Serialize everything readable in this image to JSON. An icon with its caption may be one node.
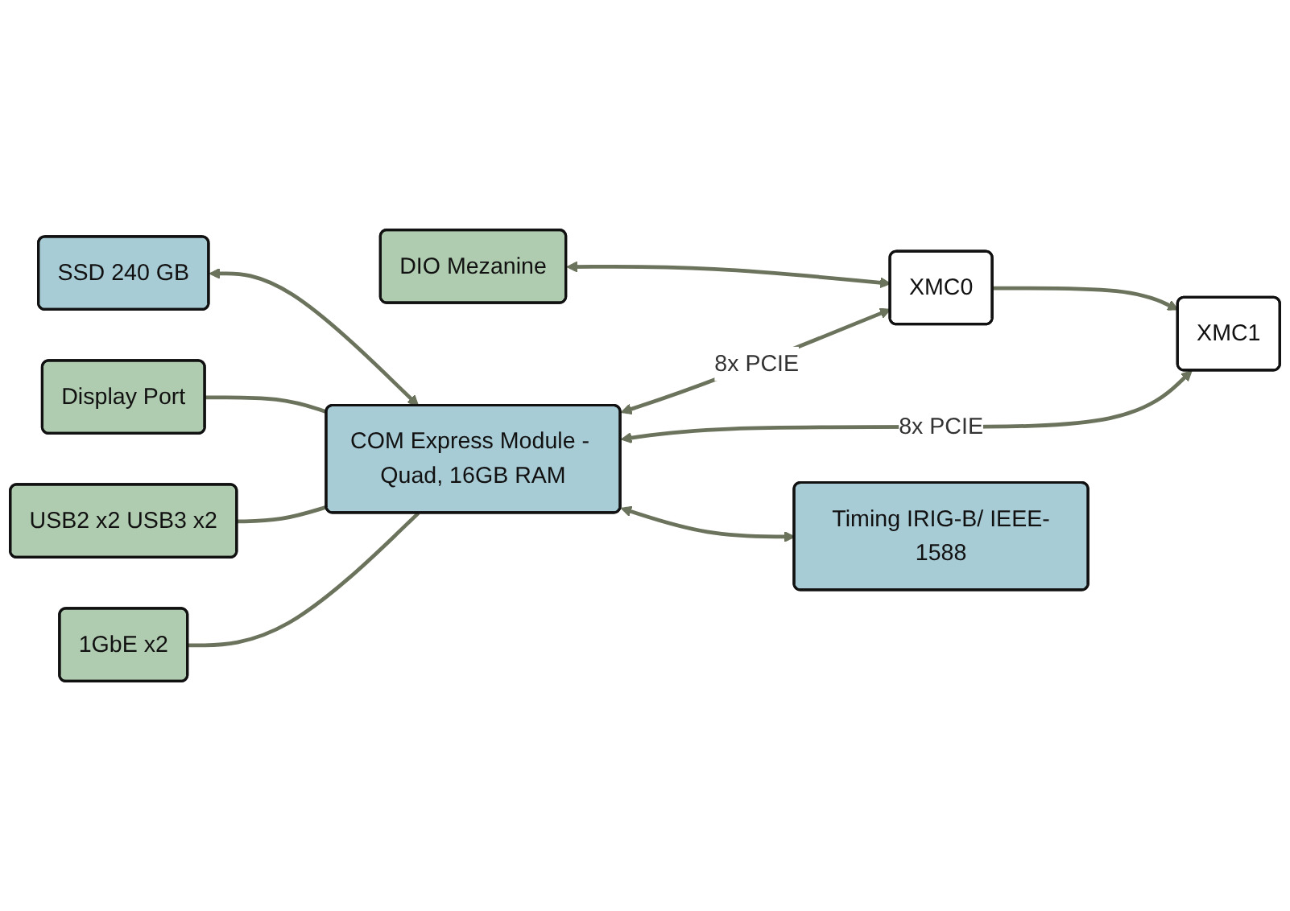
{
  "diagram": {
    "nodes": [
      {
        "text": [
          "DIO Mezanine"
        ]
      },
      {
        "text": [
          "SSD 240 GB"
        ]
      },
      {
        "text": [
          "Display Port"
        ]
      },
      {
        "text": [
          "COM Express Module - Quad, 16GB RAM"
        ]
      },
      {
        "text": [
          "XMC0"
        ]
      },
      {
        "text": [
          "USB2 x2 USB3 x2"
        ]
      },
      {
        "text": [
          "1GbE x2"
        ]
      },
      {
        "text": [
          "XMC1"
        ]
      },
      {
        "text": [
          "Timing IRIG-B/ IEEE-1588"
        ]
      }
    ],
    "edges": [
      {
        "from": 0,
        "to": 4,
        "arrow": "both"
      },
      {
        "from": 1,
        "to": 3,
        "arrow": "both"
      },
      {
        "from": 2,
        "to": 3,
        "arrow": "none"
      },
      {
        "from": 5,
        "to": 3,
        "arrow": "none"
      },
      {
        "from": 6,
        "to": 3,
        "arrow": "none"
      },
      {
        "from": 3,
        "to": 4,
        "arrow": "both",
        "label": "8x PCIE"
      },
      {
        "from": 3,
        "to": 7,
        "arrow": "both",
        "label": "8x PCIE"
      },
      {
        "from": 4,
        "to": 7,
        "arrow": "to"
      },
      {
        "from": 3,
        "to": 8,
        "arrow": "both"
      }
    ]
  }
}
